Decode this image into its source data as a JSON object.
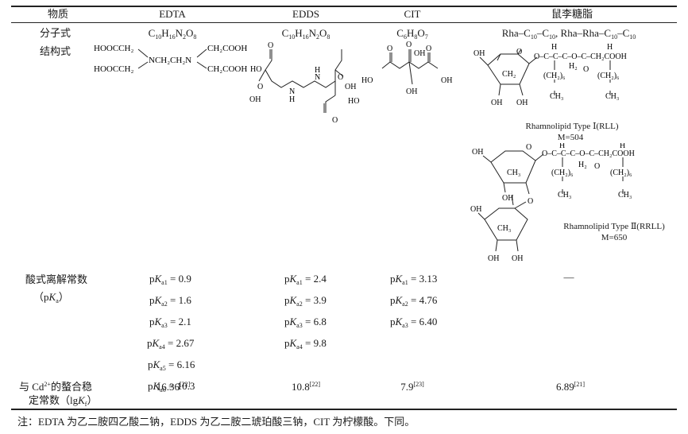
{
  "table": {
    "headers": {
      "property": "物质",
      "edta": "EDTA",
      "edds": "EDDS",
      "cit": "CIT",
      "rhamno": "鼠李糖脂"
    },
    "row_labels": {
      "formula": "分子式",
      "structure": "结构式",
      "pka_line1": "酸式离解常数",
      "pka_line2_open": "（p",
      "pka_line2_k": "K",
      "pka_line2_sub": "a",
      "pka_line2_close": "）",
      "stab_line1_pre": "与 Cd",
      "stab_line1_sup": "2+",
      "stab_line1_post": "的螯合稳",
      "stab_line2_pre": "定常数（lg",
      "stab_line2_k": "K",
      "stab_line2_sub": "f",
      "stab_line2_close": "）"
    },
    "formulas": {
      "edta": {
        "c": "C",
        "c_n": "10",
        "h": "H",
        "h_n": "16",
        "n": "N",
        "n_n": "2",
        "o": "O",
        "o_n": "8"
      },
      "edds": {
        "c": "C",
        "c_n": "10",
        "h": "H",
        "h_n": "16",
        "n": "N",
        "n_n": "2",
        "o": "O",
        "o_n": "8"
      },
      "cit": {
        "c": "C",
        "c_n": "6",
        "h": "H",
        "h_n": "8",
        "o": "O",
        "o_n": "7"
      },
      "rhamno": {
        "a": "Rha–C",
        "a_n1": "10",
        "b": "–C",
        "a_n2": "10",
        "c": ", Rha–Rha–C",
        "c_n1": "10",
        "d": "–C",
        "c_n2": "10"
      }
    },
    "structure_labels": {
      "edta": {
        "l1": "HOOCCH₂",
        "l2": "HOOCCH₂",
        "mid": "NCH₂CH₂N",
        "r1": "CH₂COOH",
        "r2": "CH₂COOH"
      },
      "edds": {
        "o": "O",
        "ho1": "HO",
        "o2": "O",
        "oh1": "OH",
        "h": "H",
        "n1": "N",
        "n2": "N",
        "hh": "H",
        "oh2": "OH",
        "o3": "O",
        "ho2": "HO",
        "oh3": "OH",
        "o4": "O"
      },
      "cit": {
        "o1": "O",
        "oh1": "OH",
        "ho": "HO",
        "o2": "O",
        "o3": "O",
        "oh2": "OH",
        "oh3": "OH"
      },
      "rll": {
        "oh1": "OH",
        "ch2": "CH₂",
        "oh2": "OH",
        "oh3": "OH",
        "o": "O",
        "h1": "H",
        "h2": "H₂",
        "h3": "H",
        "ch2n1": "(CH₂)₆",
        "ch3a": "CH₃",
        "ch2n2": "(CH₂)₆",
        "ch3b": "CH₃",
        "chain": "O–C–C–C–O–C–CH₂COOH",
        "dblo": "O"
      },
      "rll_name": "Rhamnolipid Type Ⅰ(RLL)",
      "rll_mass": "M=504",
      "rrll_name": "Rhamnolipid Type Ⅱ(RRLL)",
      "rrll_mass": "M=650"
    },
    "pka": {
      "edta": [
        {
          "sub": "a1",
          "val": "= 0.9"
        },
        {
          "sub": "a2",
          "val": "= 1.6"
        },
        {
          "sub": "a3",
          "val": "= 2.1"
        },
        {
          "sub": "a4",
          "val": "= 2.67"
        },
        {
          "sub": "a5",
          "val": "= 6.16"
        },
        {
          "sub": "a6",
          "val": "= 10.3"
        }
      ],
      "edds": [
        {
          "sub": "a1",
          "val": "= 2.4"
        },
        {
          "sub": "a2",
          "val": "= 3.9"
        },
        {
          "sub": "a3",
          "val": "= 6.8"
        },
        {
          "sub": "a4",
          "val": "= 9.8"
        }
      ],
      "cit": [
        {
          "sub": "a1",
          "val": "= 3.13"
        },
        {
          "sub": "a2",
          "val": "= 4.76"
        },
        {
          "sub": "a3",
          "val": "= 6.40"
        }
      ],
      "rhamno_dash": "—",
      "p": "p",
      "k": "K"
    },
    "stability": {
      "edta": {
        "val": "16.36",
        "ref": "[22]"
      },
      "edds": {
        "val": "10.8",
        "ref": "[22]"
      },
      "cit": {
        "val": "7.9",
        "ref": "[23]"
      },
      "rhamno": {
        "val": "6.89",
        "ref": "[21]"
      }
    },
    "note": "注：EDTA 为乙二胺四乙酸二钠，EDDS 为乙二胺二琥珀酸三钠，CIT 为柠檬酸。下同。"
  }
}
